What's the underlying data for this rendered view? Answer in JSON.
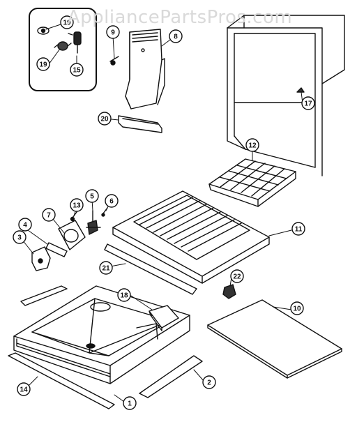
{
  "watermark": "AppliancePartsPros.com",
  "callouts": [
    "19",
    "19",
    "15",
    "9",
    "8",
    "17",
    "20",
    "12",
    "13",
    "5",
    "6",
    "7",
    "4",
    "11",
    "3",
    "21",
    "22",
    "18",
    "10",
    "2",
    "14",
    "1"
  ]
}
